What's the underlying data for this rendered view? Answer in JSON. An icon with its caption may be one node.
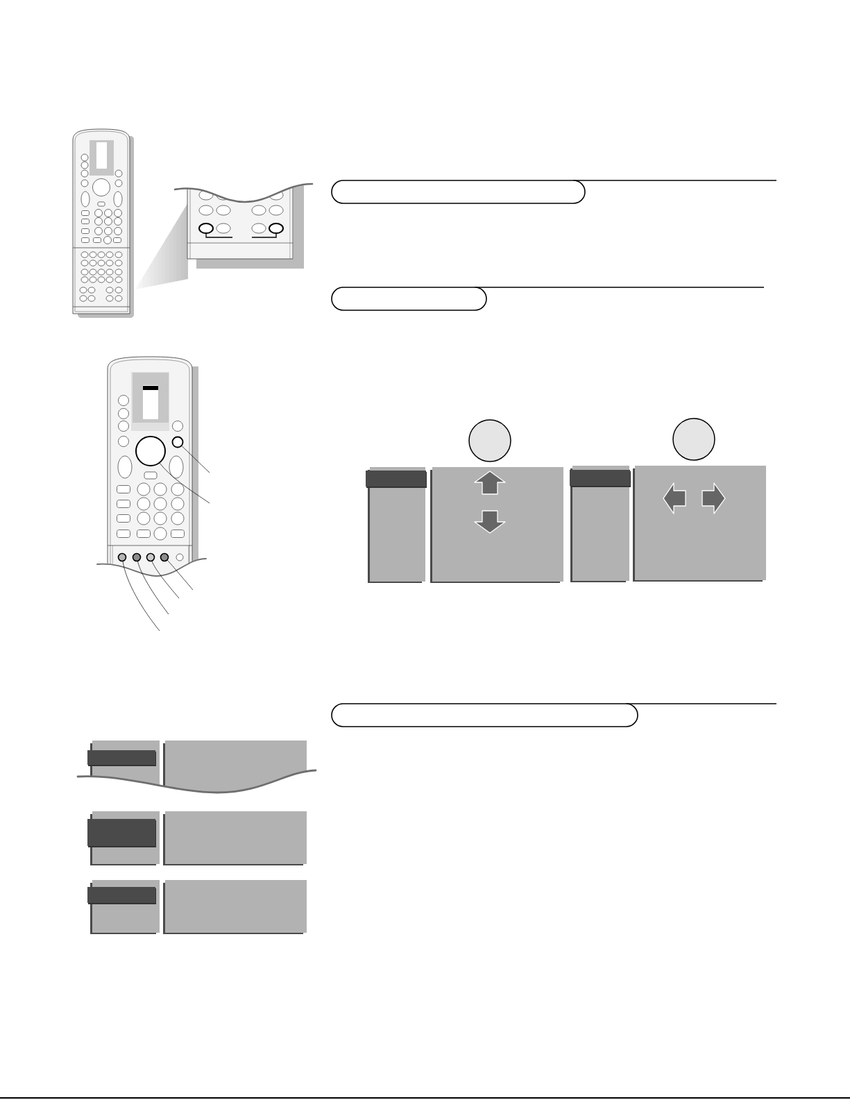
{
  "diagram": {
    "nodes": [
      {
        "text": [],
        "shape": "box"
      },
      {
        "text": [],
        "shape": "box"
      },
      {
        "text": [],
        "shape": "circle"
      },
      {
        "text": [],
        "shape": "circle"
      },
      {
        "text": [],
        "shape": "circle"
      },
      {
        "text": [],
        "shape": "circle"
      },
      {
        "text": [],
        "shape": "circle"
      },
      {
        "text": [],
        "shape": "circle"
      },
      {
        "text": [],
        "shape": "circle"
      },
      {
        "text": [],
        "shape": "circle"
      },
      {
        "text": [],
        "shape": "box"
      }
    ],
    "edges": [
      {
        "from": null,
        "to": 2,
        "arrow": "none"
      },
      {
        "from": null,
        "to": 3,
        "arrow": "none"
      },
      {
        "from": null,
        "to": 4,
        "arrow": "none"
      },
      {
        "from": null,
        "to": 5,
        "arrow": "none"
      },
      {
        "from": null,
        "to": 6,
        "arrow": "none"
      },
      {
        "from": null,
        "to": 7,
        "arrow": "none"
      }
    ]
  }
}
